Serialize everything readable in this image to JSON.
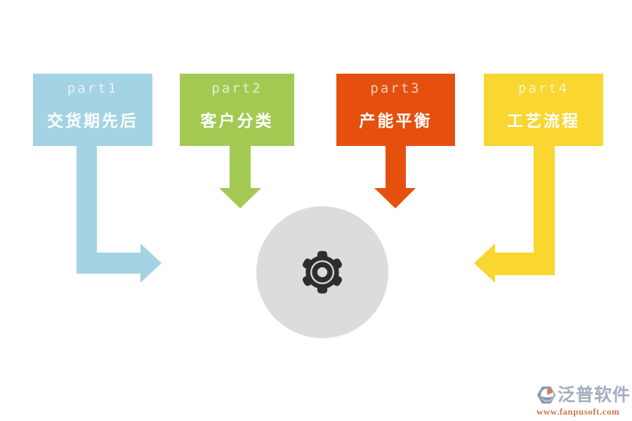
{
  "parts": [
    {
      "tag": "part1",
      "label": "交货期先后",
      "color": "#a4d3e3",
      "arrow_direction": "down-then-right"
    },
    {
      "tag": "part2",
      "label": "客户分类",
      "color": "#a2ca52",
      "arrow_direction": "down"
    },
    {
      "tag": "part3",
      "label": "产能平衡",
      "color": "#e5500f",
      "arrow_direction": "down"
    },
    {
      "tag": "part4",
      "label": "工艺流程",
      "color": "#f9d630",
      "arrow_direction": "down-then-left"
    }
  ],
  "center": {
    "icon": "gear-icon",
    "circle_color": "#dcdcdc",
    "gear_color": "#2e2e2e"
  },
  "logo": {
    "name": "泛普软件",
    "url": "www.fanpusoft.com",
    "name_color": "#a2aec0",
    "url_color": "#d4764f",
    "icon_color": "#8d9bb0",
    "icon_accent": "#dd7a50"
  }
}
